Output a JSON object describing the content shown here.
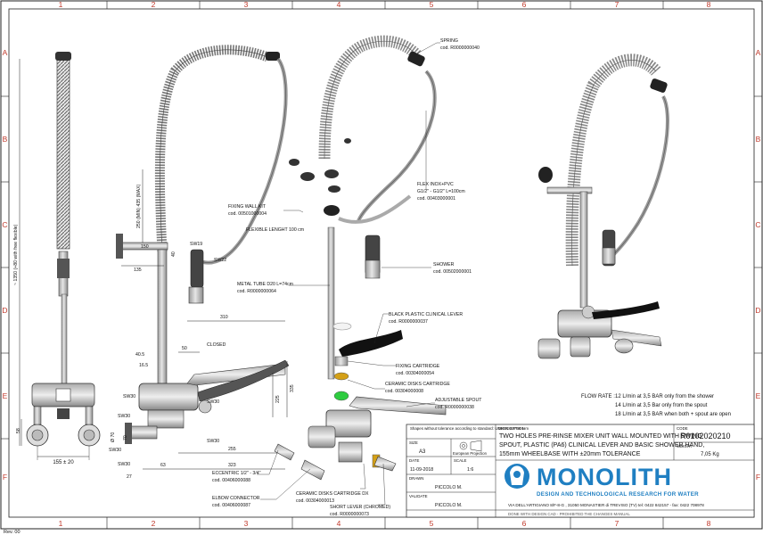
{
  "frame": {
    "col_labels": [
      "1",
      "2",
      "3",
      "4",
      "5",
      "6",
      "7",
      "8"
    ],
    "row_labels": [
      "A",
      "B",
      "C",
      "D",
      "E",
      "F"
    ],
    "rev": "Rev. 00"
  },
  "dimensions": {
    "d_1350": "~ 1350 (+80 with free flexible)",
    "d_250": "250 (MIN) 435 (MAX)",
    "d_135": "135",
    "d_150": "150",
    "d_40": "40",
    "d_310": "310",
    "d_50": "50",
    "d_405": "40.5",
    "d_165": "16.5",
    "d_335": "335",
    "d_225": "225",
    "d_70": "70",
    "d_255": "255",
    "d_323": "323",
    "d_63": "63",
    "d_27": "27",
    "d_58": "58",
    "d_155": "155 ± 20",
    "phi70": "Ø 70",
    "closed": "CLOSED",
    "sw19": "SW19",
    "sw22": "SW22",
    "sw30a": "SW30",
    "sw30b": "SW30",
    "sw30c": "SW30",
    "sw30d": "SW30",
    "sw30e": "SW30",
    "sw30f": "SW30",
    "flexible_length": "FLEXIBLE LENGHT 100 cm"
  },
  "callouts": {
    "spring": {
      "name": "SPRING",
      "code": "cod. R0000000040"
    },
    "fixing_wall_kit": {
      "name": "FIXING WALL KIT",
      "code": "cod. 00501000004"
    },
    "flex": {
      "name": "FLEX INOX+PVC",
      "spec": "G1/2\" - G1/2\" L=100cm",
      "code": "cod. 00403000001"
    },
    "shower": {
      "name": "SHOWER",
      "code": "cod. 00502000001"
    },
    "metal_tube": {
      "name": "METAL TUBE D20 L=74cm",
      "code": "cod. R0000000064"
    },
    "lever": {
      "name": "BLACK PLASTIC CLINICAL LEVER",
      "code": "cod. R0000000037"
    },
    "fixing_cartridge": {
      "name": "FIXING CARTRIDGE",
      "code": "cod. 00304000054"
    },
    "ceramic_disks_cartridge": {
      "name": "CERAMIC DISKS CARTRIDGE",
      "code": "cod. 00304000008"
    },
    "adjustable_spout": {
      "name": "ADJUSTABLE SPOUT",
      "code": "cod. R0000000038"
    },
    "eccentric": {
      "name": "ECCENTRIC 1/2\" - 3/4\"",
      "code": "cod. 00406000088"
    },
    "elbow_connector": {
      "name": "ELBOW CONNECTOR",
      "code": "cod. 00406000087"
    },
    "ceramic_dx": {
      "name": "CERAMIC DISKS CARTRIDGE DX",
      "code": "cod. 00304000013"
    },
    "short_lever": {
      "name": "SHORT LEVER (CHROMED)",
      "code": "cod. R0000000073"
    }
  },
  "flow_rate": {
    "label": "FLOW RATE :",
    "lines": [
      "12 L/min at 3,5 BAR only from the shower",
      "14 L/min at 3,5 Bar only from the spout",
      "18 L/min at 3,5 BAR when both + spout are open"
    ]
  },
  "title_block": {
    "tolerance": "Shapes without tolerance according to standard: UNI-EN-22768-1-m",
    "projection": "European Projection",
    "size_label": "SIZE",
    "size_value": "A3",
    "date_label": "DATE",
    "date_value": "11-09-2018",
    "scale_label": "SCALE",
    "scale_value": "1:6",
    "drawn_label": "DRAWN",
    "drawn_value": "PICCOLO M.",
    "validate_label": "VALIDATE",
    "validate_value": "PICCOLO M.",
    "description_label": "DESCRIPTION",
    "description": [
      "TWO HOLES PRE-RINSE MIXER UNIT WALL MOUNTED WITH SWING",
      "SPOUT, PLASTIC (PA6) CLINICAL LEVER AND BASIC SHOWER HAND,",
      "155mm WHEELBASE WITH ±20mm TOLERANCE"
    ],
    "code_label": "CODE",
    "code_value": "R0102020210",
    "weight_label": "WEIGHT",
    "weight_value": "7,05 Kg",
    "brand": "MONOLITH",
    "tagline": "DESIGN AND TECHNOLOGICAL RESEARCH FOR WATER",
    "address": "VIA DELL'ARTIGIANO 8/F-8-G , 31050 MONASTIER di TREVISO (TV) tel: 0422 842157 - fax: 0422 708978",
    "footer": "DONE WITH DESIGN CAD - PROHIBITED THE CHANGES MANUAL",
    "brand_color": "#1f7fc2"
  }
}
